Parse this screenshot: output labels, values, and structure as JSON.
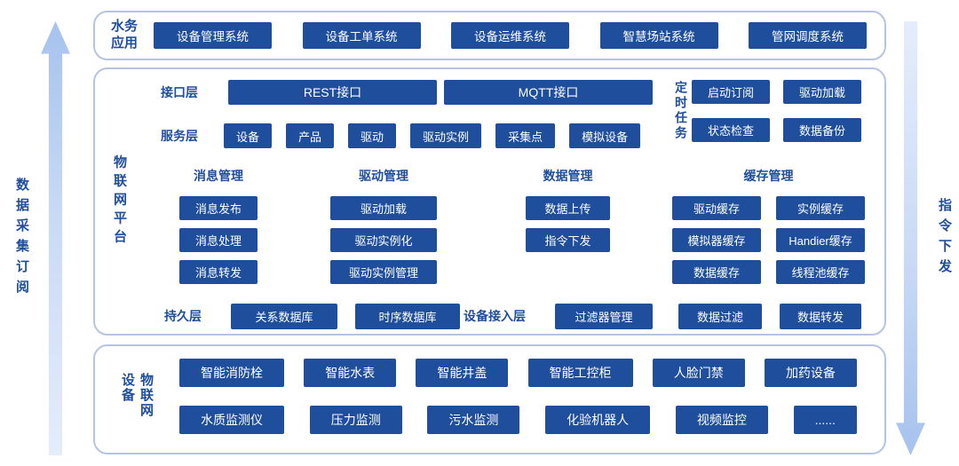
{
  "arrows": {
    "left": "数据采集订阅",
    "right": "指令下发"
  },
  "colors": {
    "box_blue": "#1e4e9c",
    "label_blue": "#1e4e9c",
    "panel_border": "#b5c4e2",
    "arrow_blue": "#a6c2ee"
  },
  "apps": {
    "label": "水务应用",
    "items": [
      "设备管理系统",
      "设备工单系统",
      "设备运维系统",
      "智慧场站系统",
      "管网调度系统"
    ]
  },
  "platform": {
    "label": "物联网平台",
    "interface_layer": {
      "label": "接口层",
      "items": [
        "REST接口",
        "MQTT接口"
      ]
    },
    "scheduled_tasks": {
      "label": "定时任务",
      "items": [
        "启动订阅",
        "驱动加载",
        "状态检查",
        "数据备份"
      ]
    },
    "service_layer": {
      "label": "服务层",
      "items": [
        "设备",
        "产品",
        "驱动",
        "驱动实例",
        "采集点",
        "模拟设备"
      ]
    },
    "message_mgmt": {
      "label": "消息管理",
      "items": [
        "消息发布",
        "消息处理",
        "消息转发"
      ]
    },
    "driver_mgmt": {
      "label": "驱动管理",
      "items": [
        "驱动加载",
        "驱动实例化",
        "驱动实例管理"
      ]
    },
    "data_mgmt": {
      "label": "数据管理",
      "items": [
        "数据上传",
        "指令下发"
      ]
    },
    "cache_mgmt": {
      "label": "缓存管理",
      "items": [
        "驱动缓存",
        "实例缓存",
        "模拟器缓存",
        "Handier缓存",
        "数据缓存",
        "线程池缓存"
      ]
    },
    "persistence_layer": {
      "label": "持久层",
      "items": [
        "关系数据库",
        "时序数据库"
      ]
    },
    "device_access_layer": {
      "label": "设备接入层",
      "items": [
        "过滤器管理",
        "数据过滤",
        "数据转发"
      ]
    }
  },
  "devices": {
    "label": "物联网设备",
    "row1": [
      "智能消防栓",
      "智能水表",
      "智能井盖",
      "智能工控柜",
      "人脸门禁",
      "加药设备"
    ],
    "row2": [
      "水质监测仪",
      "压力监测",
      "污水监测",
      "化验机器人",
      "视频监控",
      "......"
    ]
  }
}
